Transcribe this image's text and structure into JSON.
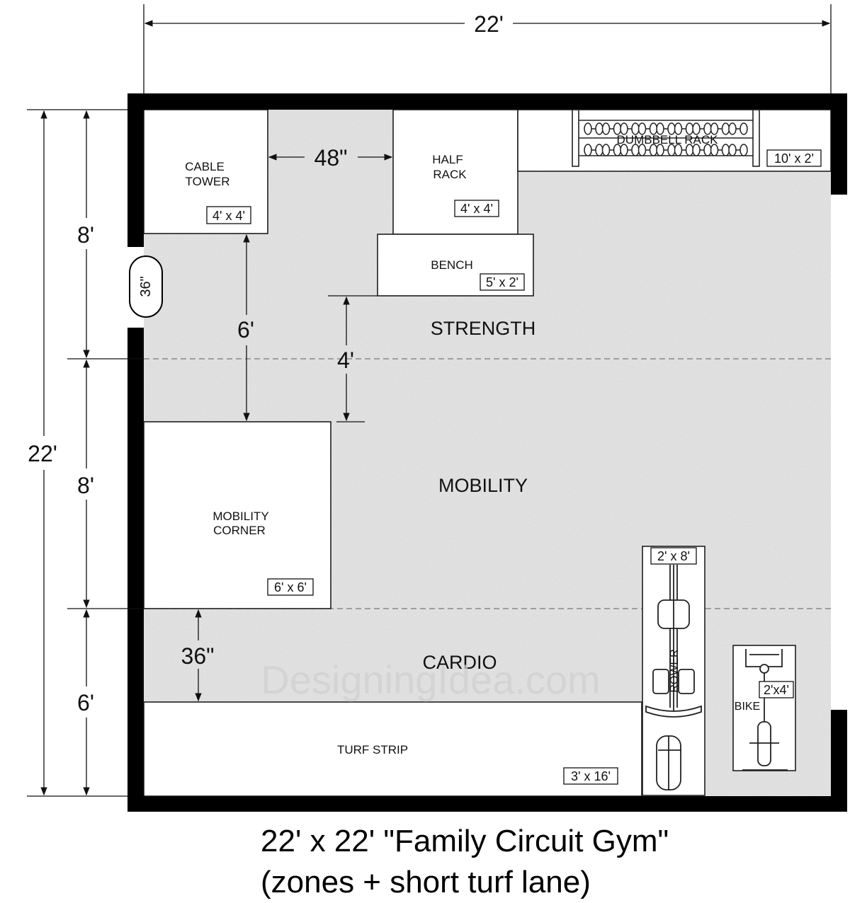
{
  "title": {
    "line1": "22' x 22' \"Family Circuit Gym\"",
    "line2": "(zones + short turf lane)"
  },
  "watermark": "DesigningIdea.com",
  "colors": {
    "floor": "#e4e4e4",
    "wall": "#000000",
    "line": "#111111",
    "watermark": "#d0d0d0"
  },
  "dimensions": {
    "overall_width": "22'",
    "overall_depth": "22'",
    "zone_strength": "8'",
    "zone_mobility": "8'",
    "zone_cardio": "6'",
    "gap_cable_to_rack": "48\"",
    "gap_cable_to_mobility": "6'",
    "gap_bench_to_mobility": "4'",
    "gap_mobility_to_turf": "36\"",
    "door_width": "36\""
  },
  "zones": {
    "strength": "STRENGTH",
    "mobility": "MOBILITY",
    "cardio": "CARDIO"
  },
  "equipment": {
    "cable_tower": {
      "line1": "CABLE",
      "line2": "TOWER",
      "size": "4' x 4'"
    },
    "half_rack": {
      "line1": "HALF",
      "line2": "RACK",
      "size": "4' x 4'"
    },
    "bench": {
      "label": "BENCH",
      "size": "5' x 2'"
    },
    "dumbbell_rack": {
      "label": "DUMBBELL RACK",
      "size": "10' x 2'"
    },
    "mobility_corner": {
      "line1": "MOBILITY",
      "line2": "CORNER",
      "size": "6' x 6'"
    },
    "turf_strip": {
      "label": "TURF STRIP",
      "size": "3' x 16'"
    },
    "rower": {
      "label": "ROWER",
      "size": "2' x 8'"
    },
    "bike": {
      "label": "BIKE",
      "size": "2'x4'"
    }
  }
}
